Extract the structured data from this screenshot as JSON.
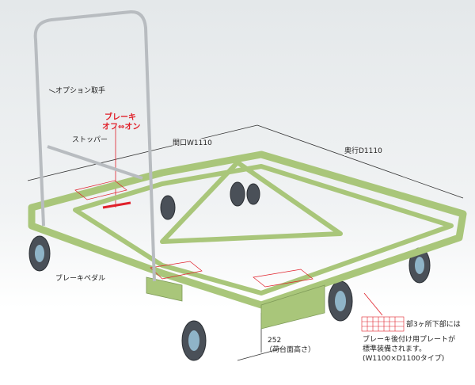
{
  "labels": {
    "option_handle": "オプション取手",
    "brake_line1": "ブレーキ",
    "brake_line2": "オフ⇔オン",
    "stopper": "ストッパー",
    "opening_width": "間口W1110",
    "depth": "奥行D1110",
    "brake_pedal": "ブレーキペダル",
    "height_value": "252",
    "height_caption": "（荷台面高さ）",
    "note_title": "部3ヶ所下部には",
    "note_line1": "ブレーキ後付け用プレートが",
    "note_line2": "標準装備されます。",
    "note_line3": "(W1100×D1100タイプ)"
  },
  "colors": {
    "frame": "#a9c67a",
    "accent": "#e0202a",
    "chrome": "#b8bcc0"
  }
}
